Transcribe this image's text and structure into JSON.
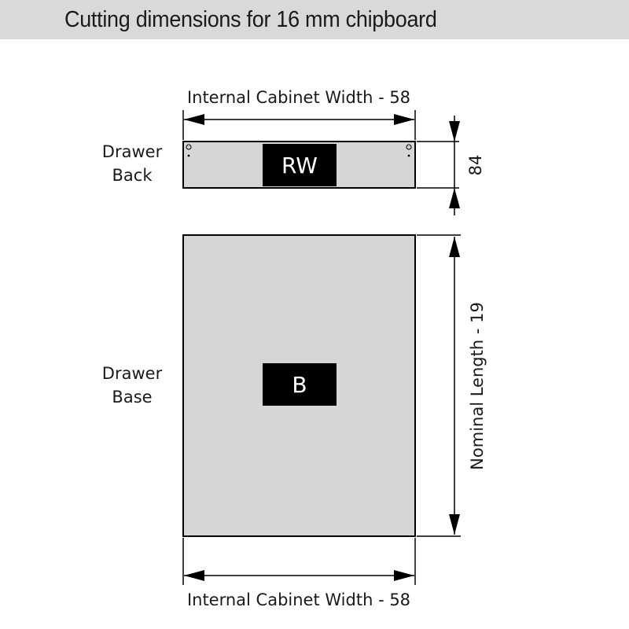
{
  "header": {
    "title": "Cutting dimensions for 16 mm chipboard",
    "background": "#d9d9d9"
  },
  "drawer_back": {
    "label_line1": "Drawer",
    "label_line2": "Back",
    "tag": "RW",
    "width_dimension": "Internal Cabinet Width - 58",
    "height_dimension": "84"
  },
  "drawer_base": {
    "label_line1": "Drawer",
    "label_line2": "Base",
    "tag": "B",
    "length_dimension": "Nominal Length - 19",
    "width_dimension": "Internal Cabinet Width - 58"
  },
  "colors": {
    "panel_fill": "#d6d6d6",
    "tag_fill": "#000000",
    "line": "#000000"
  }
}
